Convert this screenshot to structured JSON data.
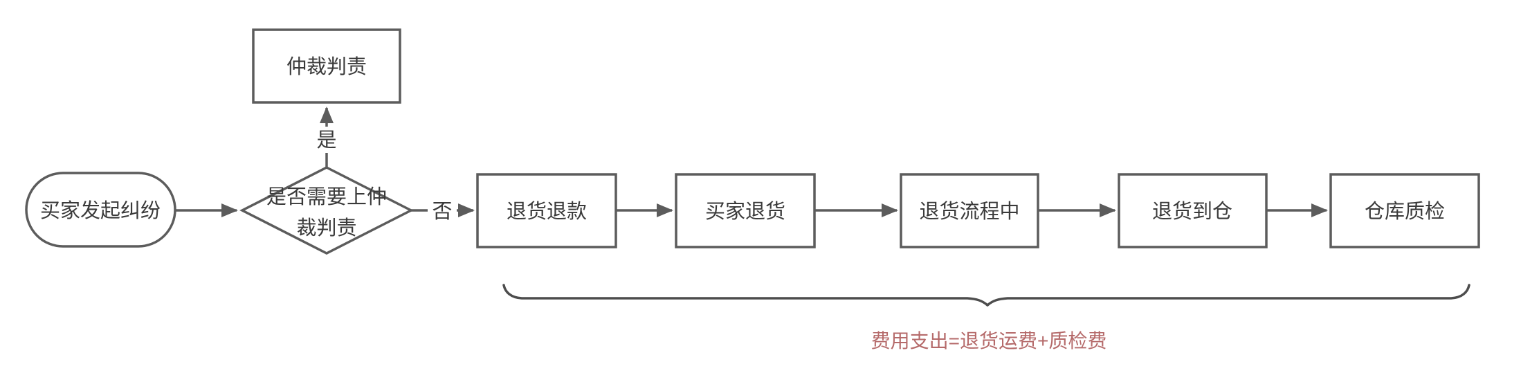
{
  "canvas": {
    "colors": {
      "bg": "#ffffff",
      "stroke": "#5c5c5c",
      "text": "#3a3a3a",
      "brace": "#4d4d4d",
      "annotation": "#b56a6a"
    }
  },
  "nodes": {
    "start": {
      "type": "terminator",
      "label": "买家发起纠纷"
    },
    "decision": {
      "type": "decision",
      "label": "是否需要上仲裁判责",
      "line1": "是否需要上仲",
      "line2": "裁判责"
    },
    "arbitration": {
      "type": "process",
      "label": "仲裁判责"
    },
    "steps": [
      {
        "type": "process",
        "label": "退货退款"
      },
      {
        "type": "process",
        "label": "买家退货"
      },
      {
        "type": "process",
        "label": "退货流程中"
      },
      {
        "type": "process",
        "label": "退货到仓"
      },
      {
        "type": "process",
        "label": "仓库质检"
      }
    ]
  },
  "edge_labels": {
    "yes": "是",
    "no": "否"
  },
  "annotation": {
    "brace_text": "费用支出=退货运费+质检费"
  }
}
